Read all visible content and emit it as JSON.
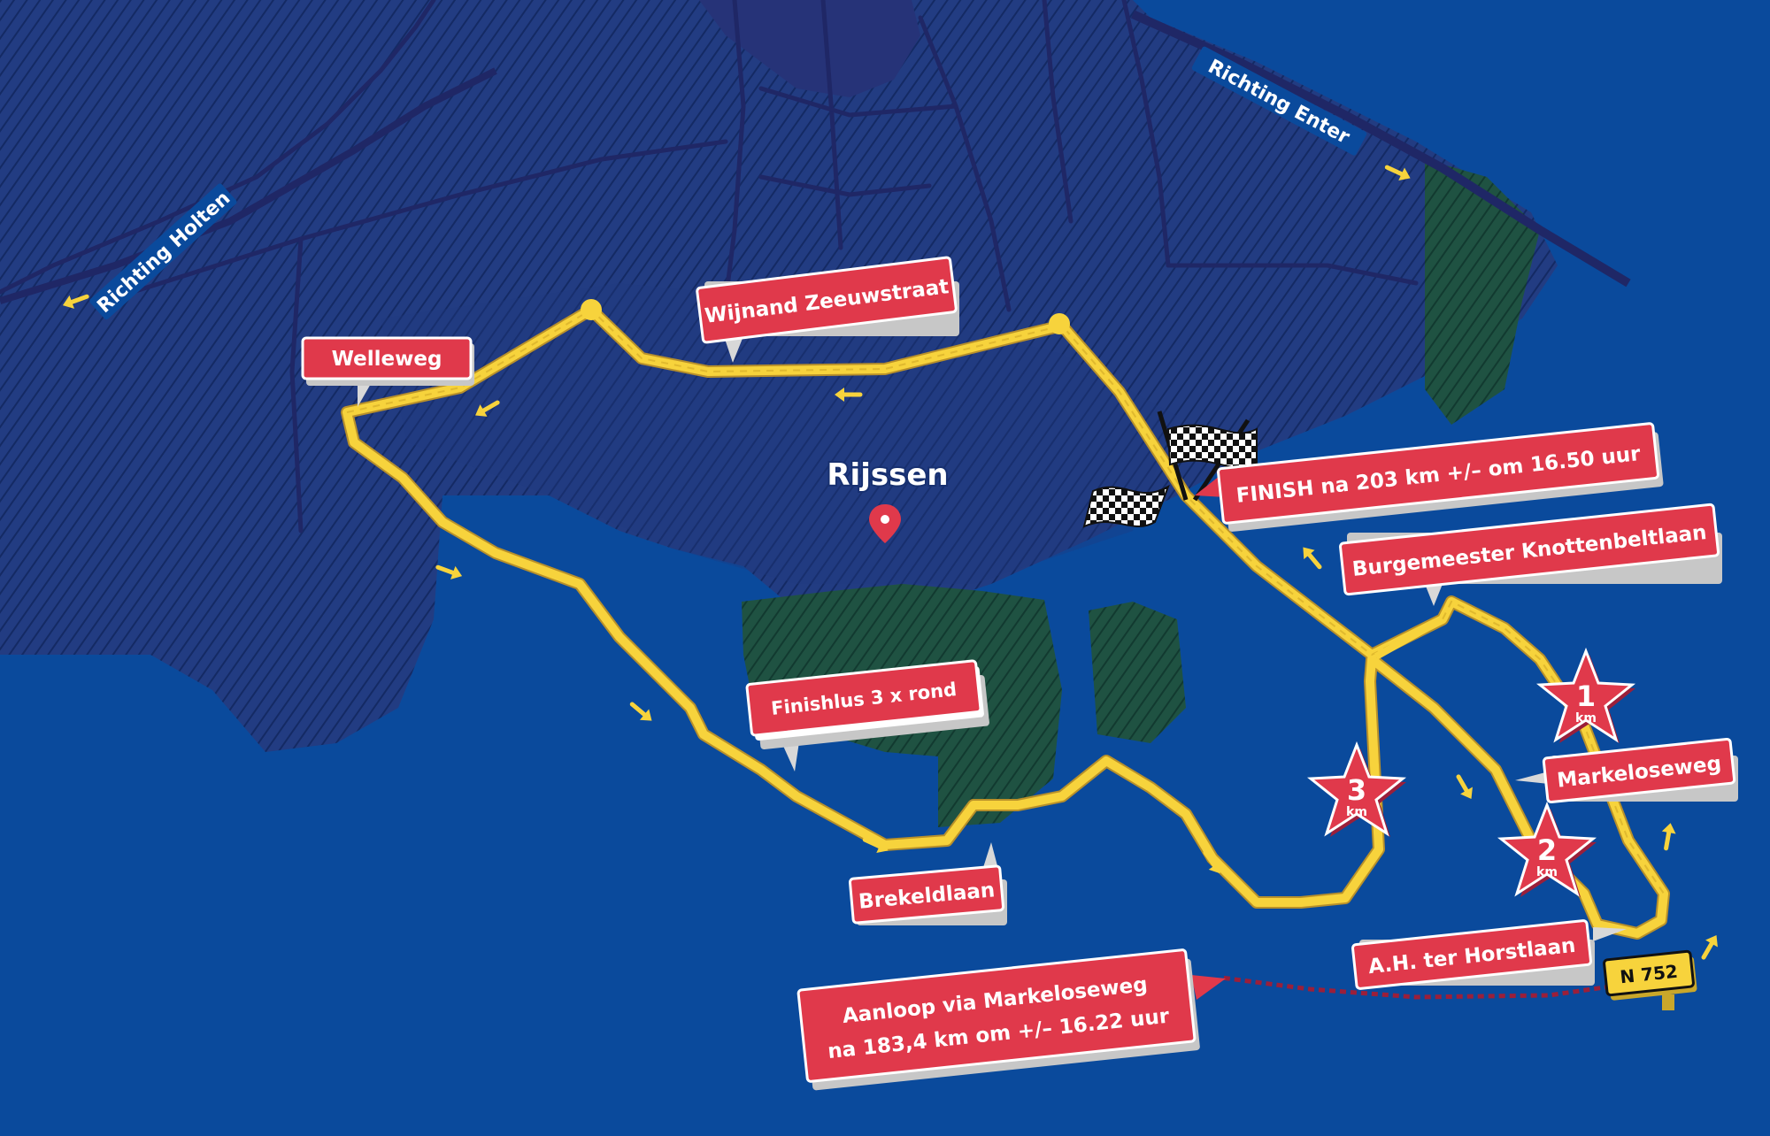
{
  "map": {
    "city": "Rijssen",
    "directions": {
      "holten": "Richting Holten",
      "enter": "Richting Enter"
    },
    "streets": {
      "welleweg": "Welleweg",
      "wijnand": "Wijnand Zeeuwstraat",
      "brekeldlaan": "Brekeldlaan",
      "knottenbelt": "Burgemeester Knottenbeltlaan",
      "markeloseweg": "Markeloseweg",
      "ter_horst": "A.H. ter Horstlaan"
    },
    "finish": "FINISH na 203 km +/– om 16.50 uur",
    "finishlus": "Finishlus 3 x rond",
    "aanloop": {
      "line1": "Aanloop via Markeloseweg",
      "line2": "na 183,4 km om +/– 16.22 uur"
    },
    "road_shield": "N 752",
    "km_markers": [
      {
        "num": "1",
        "unit": "km"
      },
      {
        "num": "2",
        "unit": "km"
      },
      {
        "num": "3",
        "unit": "km"
      }
    ],
    "colors": {
      "water": "#0a4a9c",
      "land": "#203a7e",
      "route": "#f7d33c",
      "label": "#e0394b",
      "forest": "#1f5242"
    }
  }
}
